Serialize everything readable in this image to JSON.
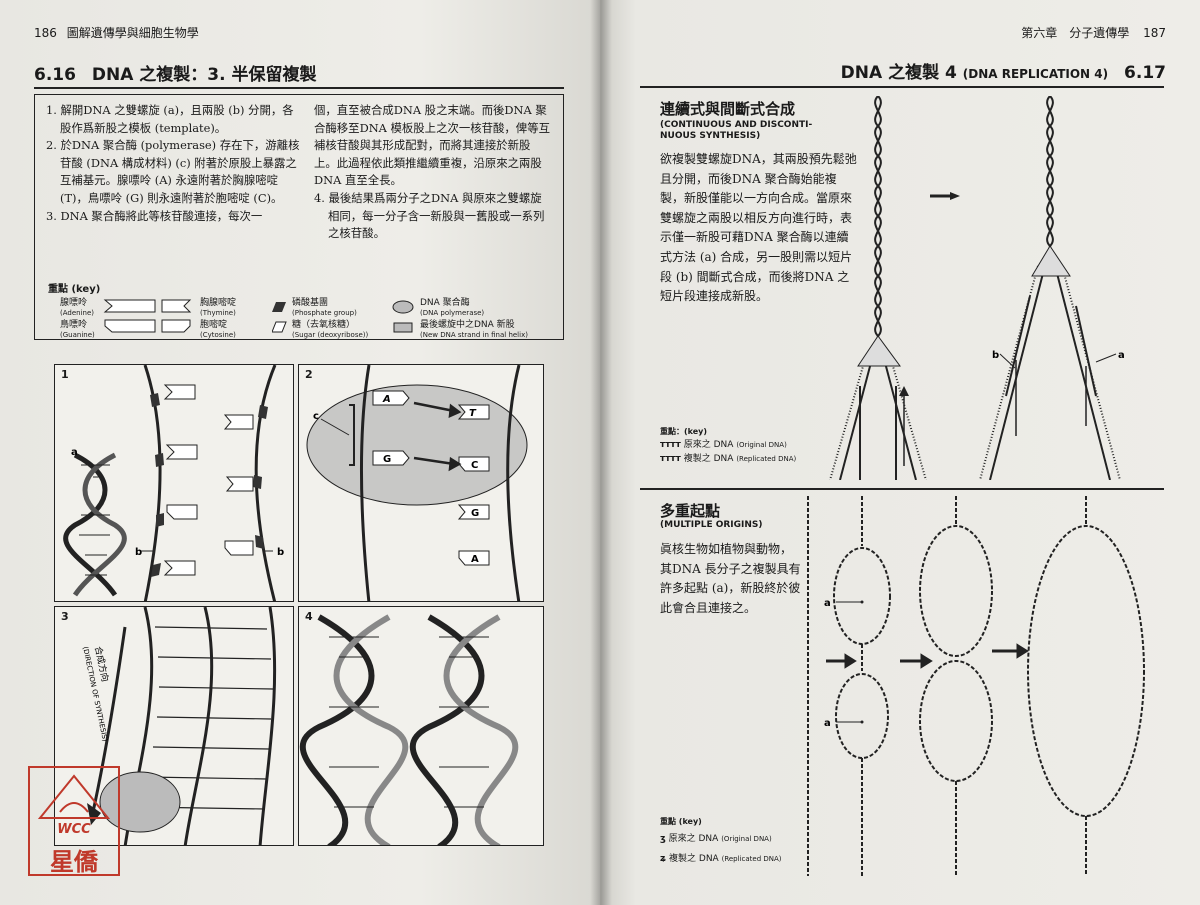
{
  "left_page": {
    "page_number": "186",
    "running_title": "圖解遺傳學與細胞生物學",
    "section_number": "6.16",
    "section_title": "DNA 之複製：3. 半保留複製",
    "col1": [
      "1. 解開DNA 之雙螺旋 (a)，且兩股 (b) 分開，各股作爲新股之模板 (template)。",
      "2. 於DNA 聚合酶 (polymerase) 存在下，游離核苷酸 (DNA 構成材料) (c) 附著於原股上暴露之互補基元。腺嘌呤 (A) 永遠附著於胸腺嘧啶 (T)，鳥嘌呤 (G) 則永遠附著於胞嘧啶 (C)。",
      "3. DNA 聚合酶將此等核苷酸連接，每次一"
    ],
    "col2": [
      "個，直至被合成DNA 股之末端。而後DNA 聚合酶移至DNA 模板股上之次一核苷酸，俾等互補核苷酸與其形成配對，而將其連接於新股上。此過程依此類推繼續重複，沿原來之兩股DNA 直至全長。",
      "4. 最後結果爲兩分子之DNA 與原來之雙螺旋相同，每一分子含一新股與一舊股或一系列之核苷酸。"
    ],
    "key": {
      "title": "重點 (key)",
      "items": [
        {
          "cn": "腺嘌呤",
          "en": "(Adenine)"
        },
        {
          "cn": "鳥嘌呤",
          "en": "(Guanine)"
        },
        {
          "cn": "胸腺嘧啶",
          "en": "(Thymine)"
        },
        {
          "cn": "胞嘧啶",
          "en": "(Cytosine)"
        },
        {
          "cn": "磷酸基團",
          "en": "(Phosphate group)"
        },
        {
          "cn": "糖（去氧核糖）",
          "en": "(Sugar (deoxyribose))"
        },
        {
          "cn": "DNA 聚合酶",
          "en": "(DNA polymerase)"
        },
        {
          "cn": "最後螺旋中之DNA 新股",
          "en": "(New DNA strand in final helix)"
        }
      ]
    },
    "panels": [
      {
        "num": "1",
        "labels": [
          "a",
          "b",
          "b"
        ]
      },
      {
        "num": "2",
        "labels": [
          "c",
          "A",
          "T",
          "G",
          "C",
          "G",
          "A"
        ]
      },
      {
        "num": "3",
        "labels": [
          "合成方向",
          "(DIRECTION OF SYNTHESIS)"
        ]
      },
      {
        "num": "4",
        "labels": []
      }
    ],
    "stamp": {
      "line1": "WCC",
      "line2": "星僑"
    }
  },
  "right_page": {
    "page_number": "187",
    "running_title": "第六章　分子遺傳學",
    "section_number": "6.17",
    "section_title": "DNA 之複製 4",
    "section_title_en": "(DNA REPLICATION 4)",
    "top": {
      "title_cn": "連續式與間斷式合成",
      "title_en": "(CONTINUOUS AND DISCONTI-NUOUS SYNTHESIS)",
      "text": "欲複製雙螺旋DNA，其兩股預先鬆弛且分開，而後DNA 聚合酶始能複製，新股僅能以一方向合成。當原來雙螺旋之兩股以相反方向進行時，表示僅一新股可藉DNA 聚合酶以連續式方法 (a) 合成，另一股則需以短片段 (b) 間斷式合成，而後將DNA 之短片段連接成新股。",
      "key_title": "重點：(key)",
      "key_items": [
        {
          "cn": "原來之 DNA",
          "en": "(Original DNA)"
        },
        {
          "cn": "複製之 DNA",
          "en": "(Replicated DNA)"
        }
      ],
      "labels": [
        "b",
        "a"
      ]
    },
    "bottom": {
      "title_cn": "多重起點",
      "title_en": "(MULTIPLE ORIGINS)",
      "text": "眞核生物如植物與動物，其DNA 長分子之複製具有許多起點 (a)，新股終於彼此會合且連接之。",
      "key_title": "重點 (key)",
      "key_items": [
        {
          "cn": "原來之 DNA",
          "en": "(Original DNA)"
        },
        {
          "cn": "複製之 DNA",
          "en": "(Replicated DNA)"
        }
      ],
      "labels": [
        "a",
        "a"
      ]
    }
  }
}
